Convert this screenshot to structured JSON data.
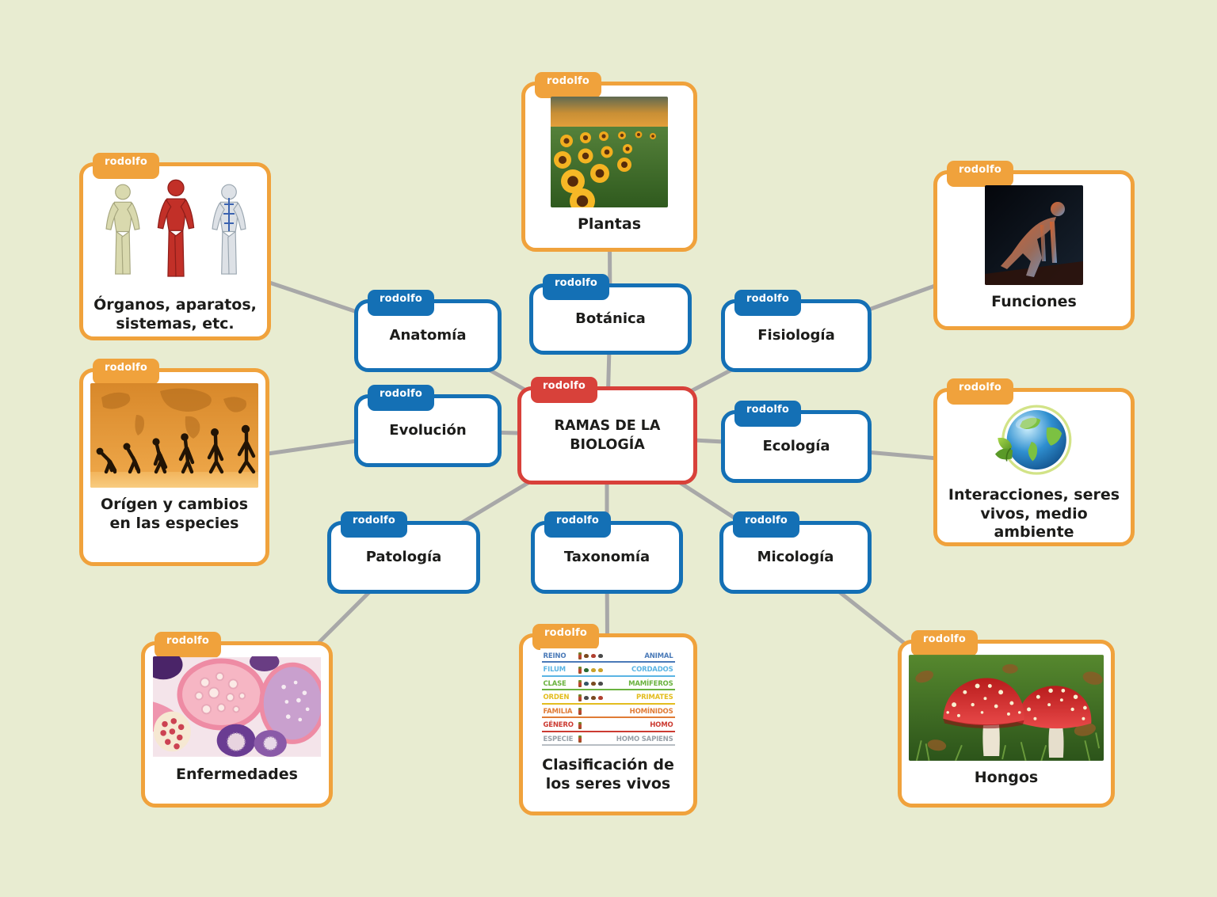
{
  "app": {
    "background_color": "#e8ecd1",
    "connector_color": "#a8a8a8",
    "author_badge": "rodolfo"
  },
  "palette": {
    "branch_blue": "#1470b5",
    "leaf_orange": "#f0a23c",
    "center_red": "#d8413a",
    "label_text": "#1c1c1a",
    "badge_text": "#ffffff"
  },
  "nodes": {
    "center": {
      "tab": "rodolfo",
      "label": "RAMAS DE LA BIOLOGÍA"
    },
    "botanica": {
      "tab": "rodolfo",
      "label": "Botánica"
    },
    "anatomia": {
      "tab": "rodolfo",
      "label": "Anatomía"
    },
    "fisiologia": {
      "tab": "rodolfo",
      "label": "Fisiología"
    },
    "evolucion": {
      "tab": "rodolfo",
      "label": "Evolución"
    },
    "ecologia": {
      "tab": "rodolfo",
      "label": "Ecología"
    },
    "patologia": {
      "tab": "rodolfo",
      "label": "Patología"
    },
    "taxonomia": {
      "tab": "rodolfo",
      "label": "Taxonomía"
    },
    "micologia": {
      "tab": "rodolfo",
      "label": "Micología"
    },
    "plantas": {
      "tab": "rodolfo",
      "label": "Plantas",
      "image": "sunflower-field"
    },
    "organos": {
      "tab": "rodolfo",
      "label": "Órganos, aparatos, sistemas, etc.",
      "image": "human-body-systems"
    },
    "funciones": {
      "tab": "rodolfo",
      "label": "Funciones",
      "image": "anatomical-sprinter"
    },
    "origen": {
      "tab": "rodolfo",
      "label": "Orígen y cambios en las especies",
      "image": "evolution-march"
    },
    "interacciones": {
      "tab": "rodolfo",
      "label": "Interacciones, seres vivos, medio ambiente",
      "image": "earth-globe-leaves"
    },
    "enfermedades": {
      "tab": "rodolfo",
      "label": "Enfermedades",
      "image": "histology-micrograph"
    },
    "clasificacion": {
      "tab": "rodolfo",
      "label": "Clasificación de los seres vivos",
      "image": "taxonomy-ranks-chart"
    },
    "hongos": {
      "tab": "rodolfo",
      "label": "Hongos",
      "image": "fly-agaric-mushrooms"
    }
  },
  "taxonomy_chart": {
    "rows": [
      {
        "rank": "REINO",
        "value": "ANIMAL",
        "color": "#4a7ab8"
      },
      {
        "rank": "FILUM",
        "value": "CORDADOS",
        "color": "#5ab4e4"
      },
      {
        "rank": "CLASE",
        "value": "MAMÍFEROS",
        "color": "#6ab23f"
      },
      {
        "rank": "ORDEN",
        "value": "PRIMATES",
        "color": "#e3bd1f"
      },
      {
        "rank": "FAMILIA",
        "value": "HOMÍNIDOS",
        "color": "#e07b35"
      },
      {
        "rank": "GÉNERO",
        "value": "HOMO",
        "color": "#cc3b32"
      },
      {
        "rank": "ESPECIE",
        "value": "HOMO SAPIENS",
        "color": "#98a0a8"
      }
    ]
  }
}
